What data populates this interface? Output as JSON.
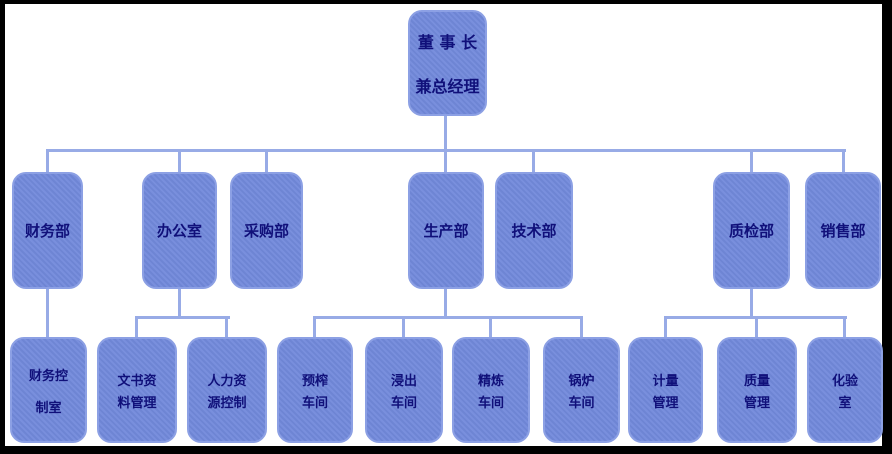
{
  "colors": {
    "node_fill": "#7289db",
    "node_border": "#8ca0e4",
    "connector_line": "#98abe6",
    "node_text": "#10107a",
    "canvas_background": "#ffffff",
    "frame": "#000000"
  },
  "org": {
    "root": {
      "label": "董事长兼总经理",
      "lines": [
        "董 事 长",
        "兼总经理"
      ]
    },
    "departments": [
      {
        "label": "财务部"
      },
      {
        "label": "办公室"
      },
      {
        "label": "采购部"
      },
      {
        "label": "生产部"
      },
      {
        "label": "技术部"
      },
      {
        "label": "质检部"
      },
      {
        "label": "销售部"
      }
    ],
    "units": [
      {
        "label": "财务控制室",
        "lines": [
          "财务控",
          "制室"
        ],
        "parent": "财务部"
      },
      {
        "label": "文书资料管理",
        "lines": [
          "文书资",
          "料管理"
        ],
        "parent": "办公室"
      },
      {
        "label": "人力资源控制",
        "lines": [
          "人力资",
          "源控制"
        ],
        "parent": "办公室"
      },
      {
        "label": "预榨车间",
        "lines": [
          "预榨",
          "车间"
        ],
        "parent": "生产部"
      },
      {
        "label": "浸出车间",
        "lines": [
          "浸出",
          "车间"
        ],
        "parent": "生产部"
      },
      {
        "label": "精炼车间",
        "lines": [
          "精炼",
          "车间"
        ],
        "parent": "生产部"
      },
      {
        "label": "锅炉车间",
        "lines": [
          "锅炉",
          "车间"
        ],
        "parent": "生产部"
      },
      {
        "label": "计量管理",
        "lines": [
          "计量",
          "管理"
        ],
        "parent": "质检部"
      },
      {
        "label": "质量管理",
        "lines": [
          "质量",
          "管理"
        ],
        "parent": "质检部"
      },
      {
        "label": "化验室",
        "lines": [
          "化验",
          "室"
        ],
        "parent": "质检部"
      }
    ]
  }
}
